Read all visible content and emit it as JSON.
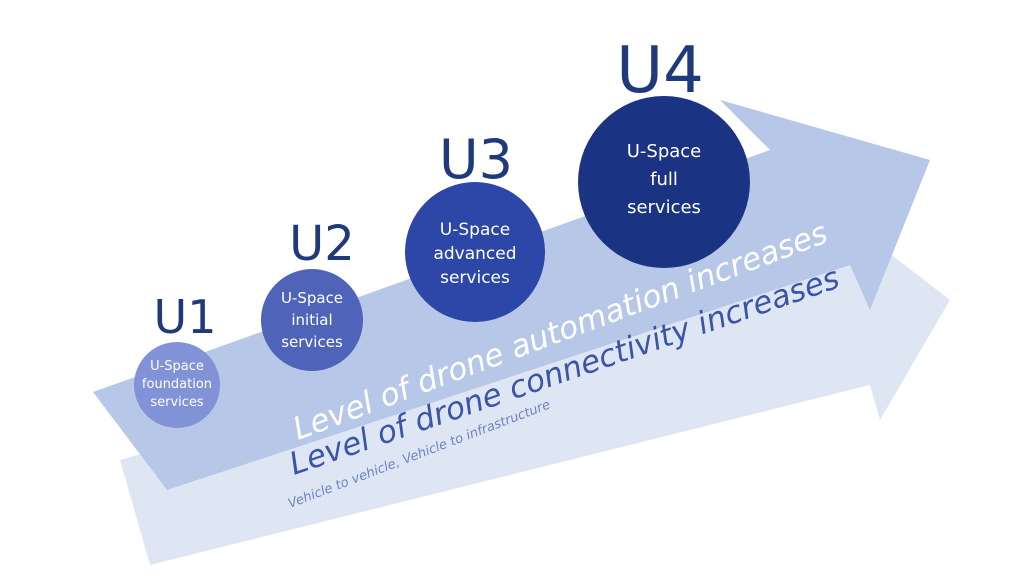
{
  "stages": [
    {
      "label": "U1",
      "lines": [
        "U-Space",
        "foundation",
        "services"
      ],
      "color": "#8193d6"
    },
    {
      "label": "U2",
      "lines": [
        "U-Space",
        "initial",
        "services"
      ],
      "color": "#4f64b8"
    },
    {
      "label": "U3",
      "lines": [
        "U-Space",
        "advanced",
        "services"
      ],
      "color": "#2c47a8"
    },
    {
      "label": "U4",
      "lines": [
        "U-Space",
        "full",
        "services"
      ],
      "color": "#1a3483"
    }
  ],
  "arrows": {
    "automation": "Level of drone automation increases",
    "connectivity": "Level of drone connectivity increases",
    "connectivity_sub": "Vehicle to vehicle, Vehicle to infrastructure"
  },
  "colors": {
    "front_arrow": "#b3c5e6",
    "back_arrow": "#dde5f3",
    "text_dark": "#3a55a8"
  }
}
